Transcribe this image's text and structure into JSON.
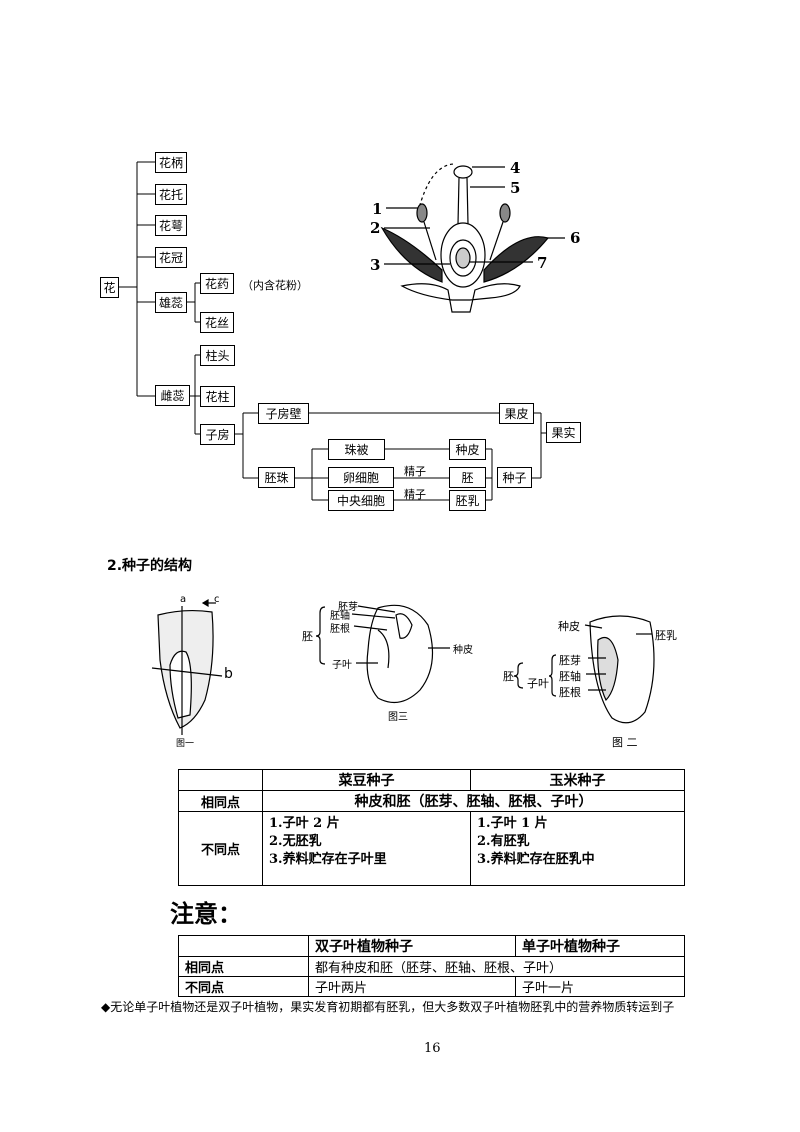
{
  "flower": {
    "root": "花",
    "items": [
      "花柄",
      "花托",
      "花萼",
      "花冠"
    ],
    "stamen": "雄蕊",
    "anther": "花药",
    "anther_note": "（内含花粉）",
    "filament": "花丝",
    "pistil": "雌蕊",
    "stigma": "柱头",
    "style": "花柱",
    "ovary": "子房",
    "ovary_wall": "子房壁",
    "ovule": "胚珠",
    "integument": "珠被",
    "egg": "卵细胞",
    "central": "中央细胞",
    "fert1": "精子",
    "fert2": "精子",
    "seed_coat": "种皮",
    "embryo": "胚",
    "endosperm": "胚乳",
    "seed": "种子",
    "pericarp": "果皮",
    "fruit": "果实"
  },
  "flower_diagram": {
    "labels": [
      "1",
      "2",
      "3",
      "4",
      "5",
      "6",
      "7"
    ]
  },
  "section2": {
    "title": "2.种子的结构"
  },
  "corn_fig": {
    "a": "a",
    "c": "c",
    "b": "b",
    "caption": "图一"
  },
  "bean_fig": {
    "brace": "胚",
    "plumule": "胚芽",
    "hypocotyl": "胚轴",
    "radicle": "胚根",
    "cotyledon": "子叶",
    "seed_coat": "种皮",
    "caption": "图三"
  },
  "corn2_fig": {
    "seed_coat": "种皮",
    "endosperm": "胚乳",
    "embryo": "胚",
    "cotyledon": "子叶",
    "plumule": "胚芽",
    "hypocotyl": "胚轴",
    "radicle": "胚根",
    "caption": "图 二"
  },
  "table1": {
    "h1": "菜豆种子",
    "h2": "玉米种子",
    "same_label": "相同点",
    "same_val": "种皮和胚（胚芽、胚轴、胚根、子叶）",
    "diff_label": "不同点",
    "bean": [
      "1.子叶 2 片",
      "2.无胚乳",
      "3.养料贮存在子叶里"
    ],
    "corn": [
      "1.子叶 1 片",
      "2.有胚乳",
      "3.养料贮存在胚乳中"
    ]
  },
  "note_title": "注意：",
  "table2": {
    "h1": "双子叶植物种子",
    "h2": "单子叶植物种子",
    "same_label": "相同点",
    "same_val": "都有种皮和胚（胚芽、胚轴、胚根、子叶）",
    "diff_label": "不同点",
    "diff1": "子叶两片",
    "diff2": "子叶一片"
  },
  "footnote": "◆无论单子叶植物还是双子叶植物，果实发育初期都有胚乳，但大多数双子叶植物胚乳中的营养物质转运到子",
  "page_number": "16"
}
